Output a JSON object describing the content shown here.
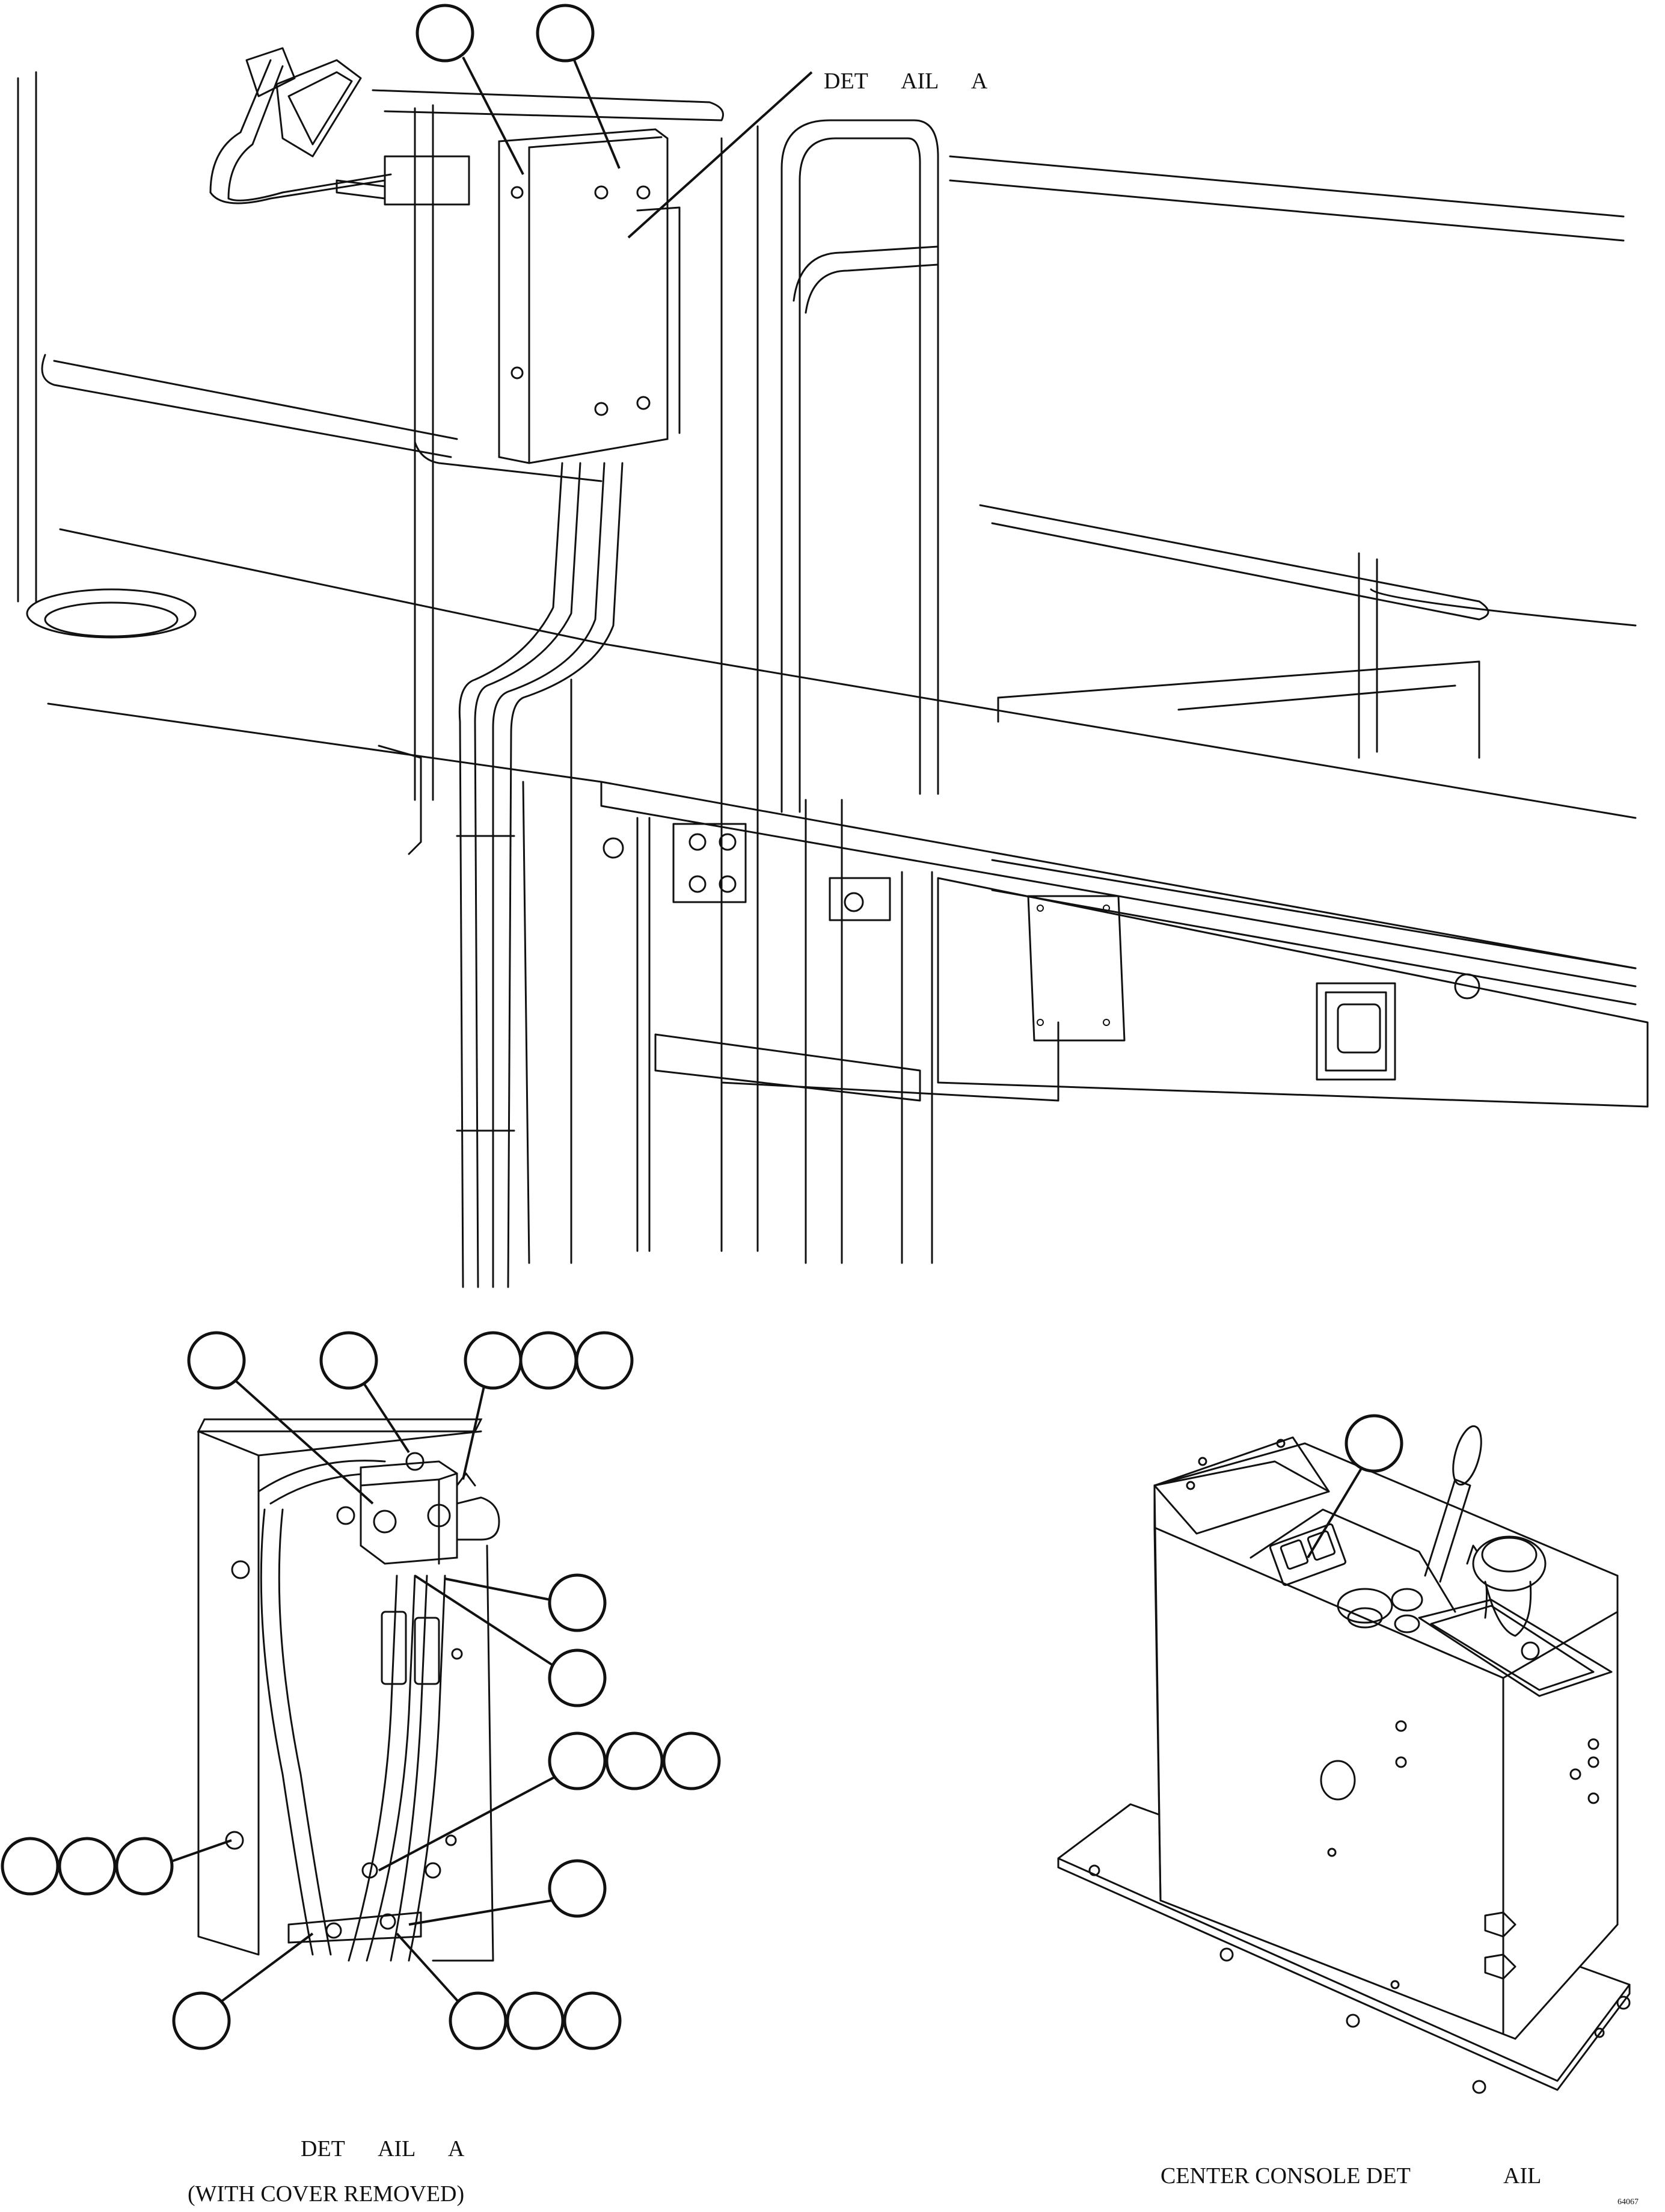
{
  "labels": {
    "detail_a_main": "DET      AIL      A",
    "detail_a_bottom": "DET      AIL      A",
    "cover_removed": "(WITH COVER REMOVED)",
    "console_detail_left": "CENTER CONSOLE DET",
    "console_detail_right": "AIL",
    "drawing_number": "64067"
  },
  "callouts_note": "callout circles are drawn empty (no numbers visible)"
}
